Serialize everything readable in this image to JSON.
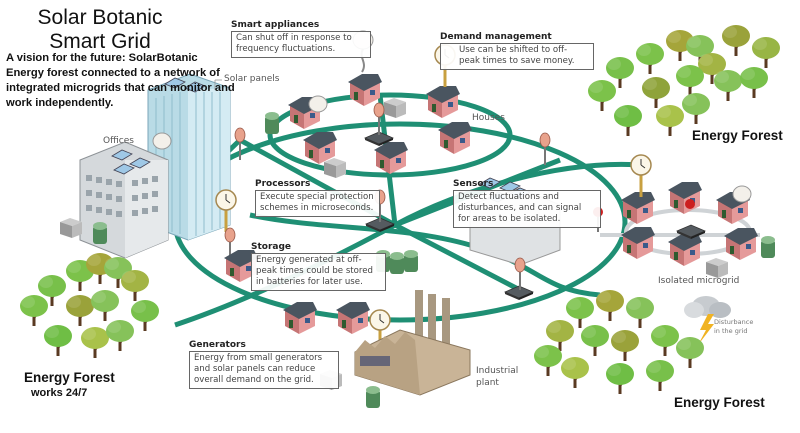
{
  "title": {
    "line1": "Solar Botanic",
    "line2": "Smart Grid"
  },
  "intro": "A vision for the future: SolarBotanic Energy forest connected to a network of integrated microgrids that can monitor and work independently.",
  "forests": {
    "left_label": "Energy Forest",
    "left_sub": "works 24/7",
    "top_right_label": "Energy Forest",
    "bottom_right_label": "Energy Forest"
  },
  "callouts": {
    "smart_appliances": {
      "title": "Smart appliances",
      "lines": [
        "Can shut off in response to",
        "frequency fluctuations."
      ]
    },
    "demand_management": {
      "title": "Demand management",
      "lines": [
        "Use can be shifted to off-",
        "peak times to save money."
      ]
    },
    "processors": {
      "title": "Processors",
      "lines": [
        "Execute special protection",
        "schemes in microseconds."
      ]
    },
    "sensors": {
      "title": "Sensors",
      "lines": [
        "Detect fluctuations and",
        "disturbances, and can signal",
        "for areas to be isolated."
      ]
    },
    "storage": {
      "title": "Storage",
      "lines": [
        "Energy generated at off-",
        "peak times could be stored",
        "in batteries for later use."
      ]
    },
    "generators": {
      "title": "Generators",
      "lines": [
        "Energy from small generators",
        "and solar panels can reduce",
        "overall demand on the grid."
      ]
    }
  },
  "labels": {
    "solar_panels": "Solar panels",
    "offices": "Offices",
    "houses": "Houses",
    "industrial_plant_1": "Industrial",
    "industrial_plant_2": "plant",
    "isolated_microgrid": "Isolated microgrid",
    "disturbance_1": "Disturbance",
    "disturbance_2": "in the grid"
  },
  "colors": {
    "grid_line": "#1f8f74",
    "house_wall": "#d98c8c",
    "house_roof": "#4a5560",
    "tower": "#b9dbe6",
    "office": "#d5d9dc",
    "tree_green": "#7cc24a",
    "tree_olive": "#a5a53a",
    "factory": "#c9b497",
    "sensor_red": "#cc1f1f"
  }
}
